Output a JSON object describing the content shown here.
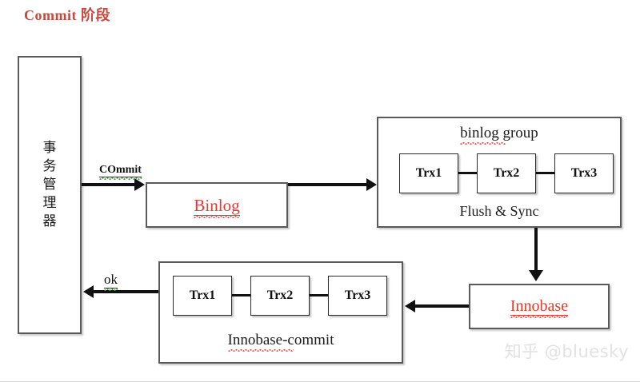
{
  "title": "Commit 阶段",
  "title_color": "#c9483f",
  "nodes": {
    "txn_manager": {
      "label_chars": [
        "事",
        "务",
        "管",
        "理",
        "器"
      ],
      "label": "事务管理器"
    },
    "binlog": {
      "label": "Binlog",
      "color": "#e03c31"
    },
    "binlog_group": {
      "title": "binlog group",
      "footer": "Flush & Sync",
      "items": [
        "Trx1",
        "Trx2",
        "Trx3"
      ]
    },
    "innobase": {
      "label": "Innobase",
      "color": "#e03c31"
    },
    "innobase_commit": {
      "footer": "Innobase-commit",
      "items": [
        "Trx1",
        "Trx2",
        "Trx3"
      ]
    }
  },
  "edges": {
    "commit": "COmmit",
    "ok": "ok"
  },
  "watermark": "知乎 @bluesky"
}
